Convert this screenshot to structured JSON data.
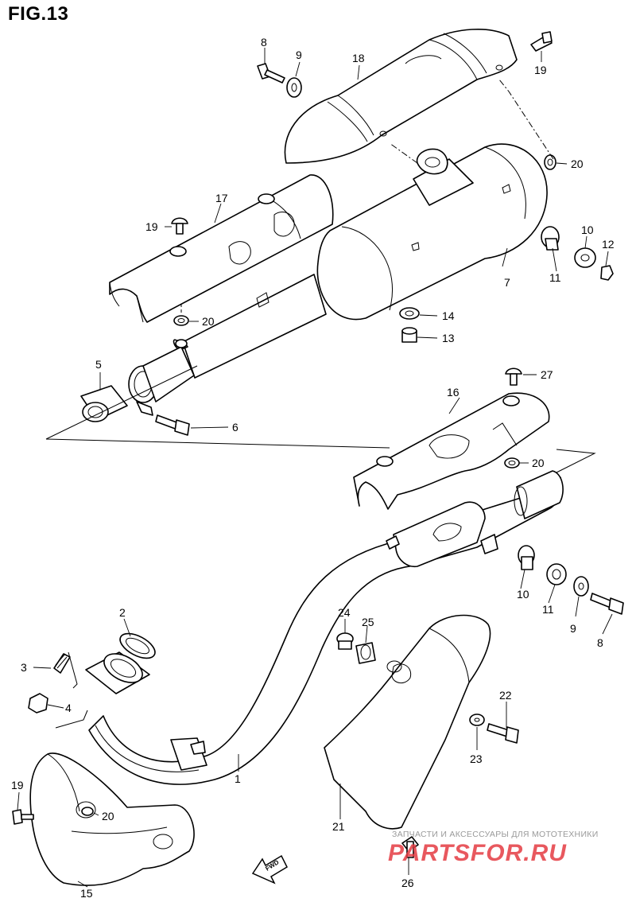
{
  "figure": {
    "title": "FIG.13"
  },
  "callouts": {
    "c1": "1",
    "c2": "2",
    "c3": "3",
    "c4": "4",
    "c5": "5",
    "c6": "6",
    "c7": "7",
    "c8a": "8",
    "c8b": "8",
    "c9a": "9",
    "c9b": "9",
    "c10a": "10",
    "c10b": "10",
    "c11a": "11",
    "c11b": "11",
    "c12": "12",
    "c13": "13",
    "c14": "14",
    "c15": "15",
    "c16": "16",
    "c17": "17",
    "c18": "18",
    "c19a": "19",
    "c19b": "19",
    "c19c": "19",
    "c20a": "20",
    "c20b": "20",
    "c20c": "20",
    "c20d": "20",
    "c21": "21",
    "c22": "22",
    "c23": "23",
    "c24": "24",
    "c25": "25",
    "c26": "26",
    "c27": "27"
  },
  "fwd_label": "FWD",
  "watermark": {
    "caption": "ЗАПЧАСТИ И АКСЕССУАРЫ ДЛЯ МОТОТЕХНИКИ",
    "brand": "PARTSFOR.RU"
  }
}
